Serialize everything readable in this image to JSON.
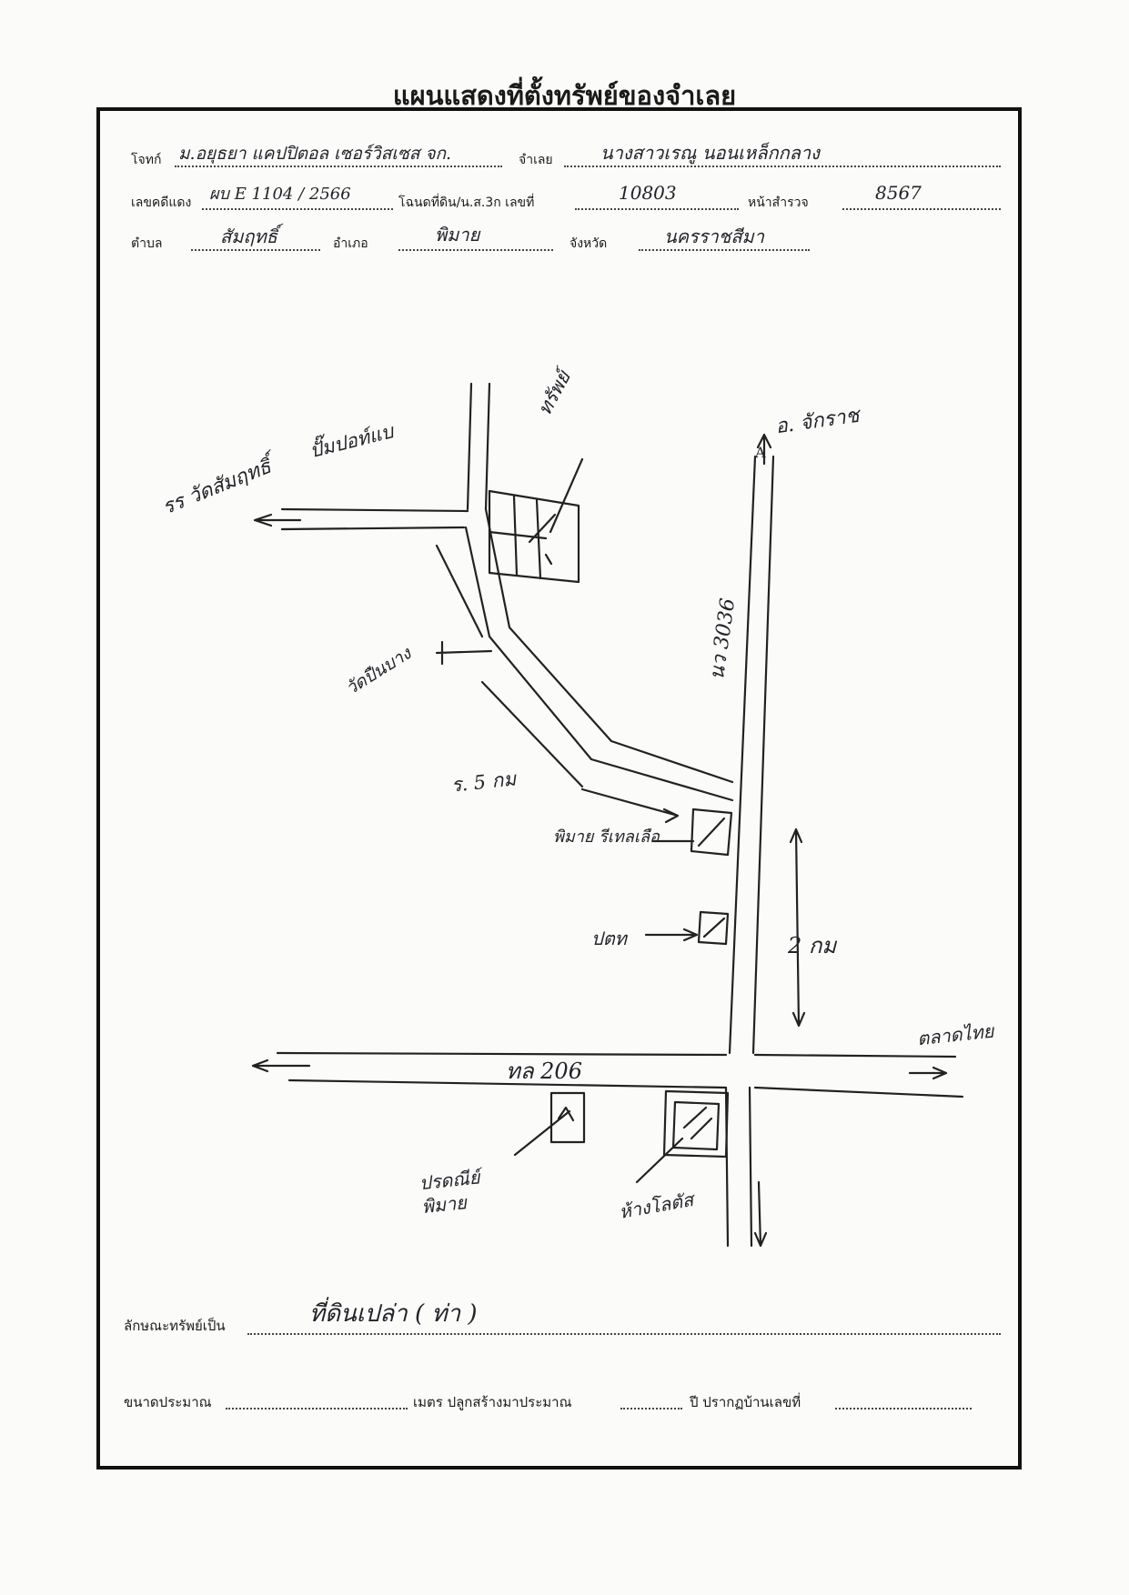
{
  "title": "แผนแสดงที่ตั้งทรัพย์ของจำเลย",
  "header": {
    "plaintiff_label": "โจทก์",
    "plaintiff_value": "ม.อยุธยา แคปปิตอล เซอร์วิสเซส จก.",
    "defendant_label": "จำเลย",
    "defendant_value": "นางสาวเรณู  นอนเหล็กกลาง",
    "case_label": "เลขคดีแดง",
    "case_value": "ผบ E 1104 / 2566",
    "deed_label": "โฉนดที่ดิน/น.ส.3ก เลขที่",
    "deed_value": "10803",
    "page_label": "หน้าสำรวจ",
    "page_value": "8567",
    "subdistrict_label": "ตำบล",
    "subdistrict_value": "สัมฤทธิ์",
    "district_label": "อำเภอ",
    "district_value": "พิมาย",
    "province_label": "จังหวัด",
    "province_value": "นครราชสีมา"
  },
  "map": {
    "north_label": "A",
    "road_vertical": "นว 3036",
    "road_horizontal": "ทล 206",
    "label_to_chakkarat": "อ. จักราช",
    "label_wat": "รร วัดสัมฤทธิ์",
    "label_pump": "ปั๊มปอท์แบ",
    "label_property": "ทรัพย์",
    "label_temple": "วัดปืนบาง",
    "label_distance_top": "ร. 5 กม",
    "label_distance_side": "2 กม",
    "label_pimai_market": "พิมาย รีเทลเลือ",
    "label_ptt": "ปตท",
    "label_talat_thai": "ตลาดไทย",
    "label_post": "ปรดณีย์ พิมาย",
    "label_shop": "ห้างโลตัส"
  },
  "footer": {
    "property_type_label": "ลักษณะทรัพย์เป็น",
    "property_type_value": "ที่ดินเปล่า ( ท่า )",
    "size_label": "ขนาดประมาณ",
    "meter_label": "เมตร ปลูกสร้างมาประมาณ",
    "year_label": "ปี ปรากฏบ้านเลขที่"
  }
}
